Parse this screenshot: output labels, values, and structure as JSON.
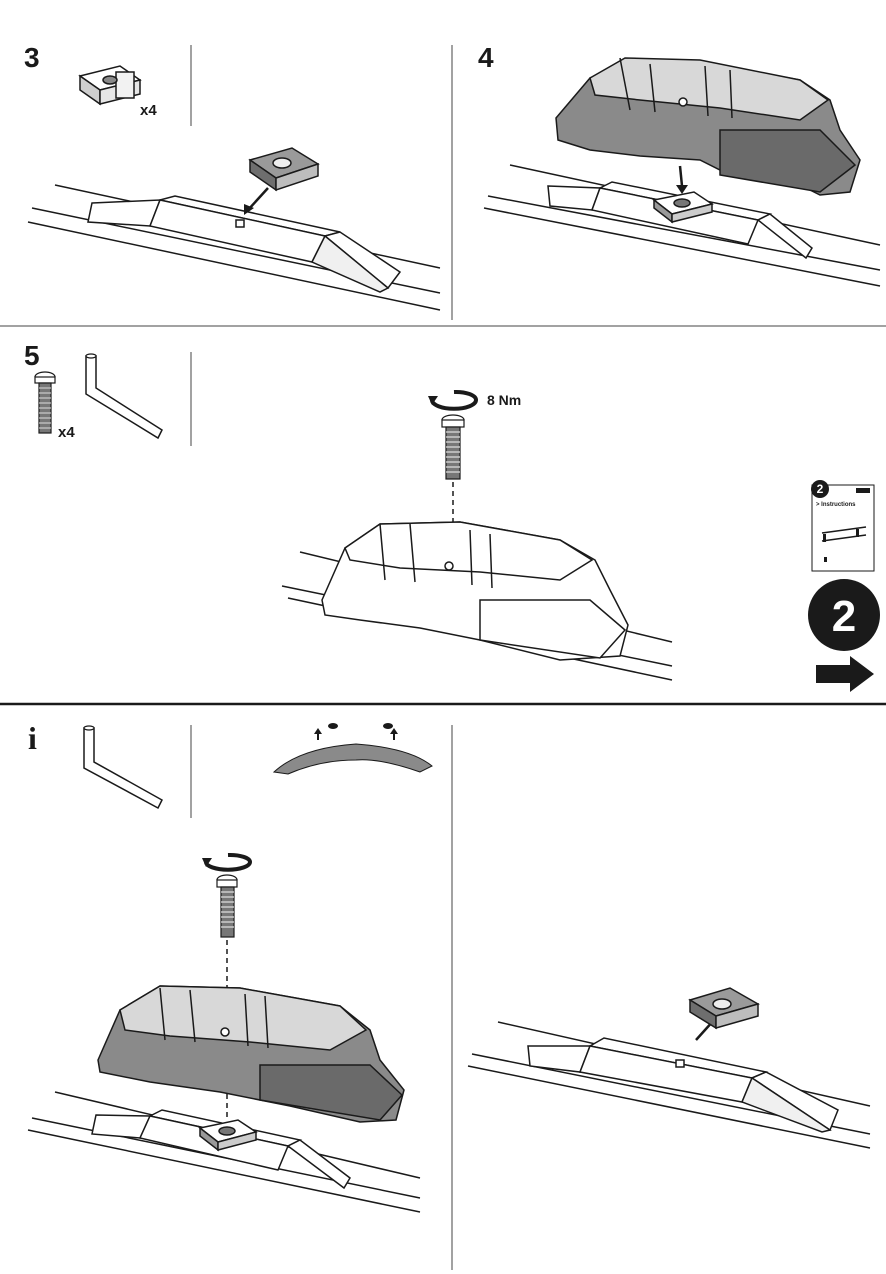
{
  "steps": {
    "s3": {
      "number": "3",
      "quantity": "x4"
    },
    "s4": {
      "number": "4"
    },
    "s5": {
      "number": "5",
      "quantity": "x4",
      "torque": "8 Nm"
    },
    "info": {
      "symbol": "i"
    }
  },
  "next_ref": {
    "booklet_number": "2",
    "booklet_label": "> Instructions",
    "big_number": "2"
  },
  "colors": {
    "line": "#1a1a1a",
    "part_fill": "#8a8a8a",
    "part_dark": "#5f5f5f",
    "background": "#ffffff"
  }
}
